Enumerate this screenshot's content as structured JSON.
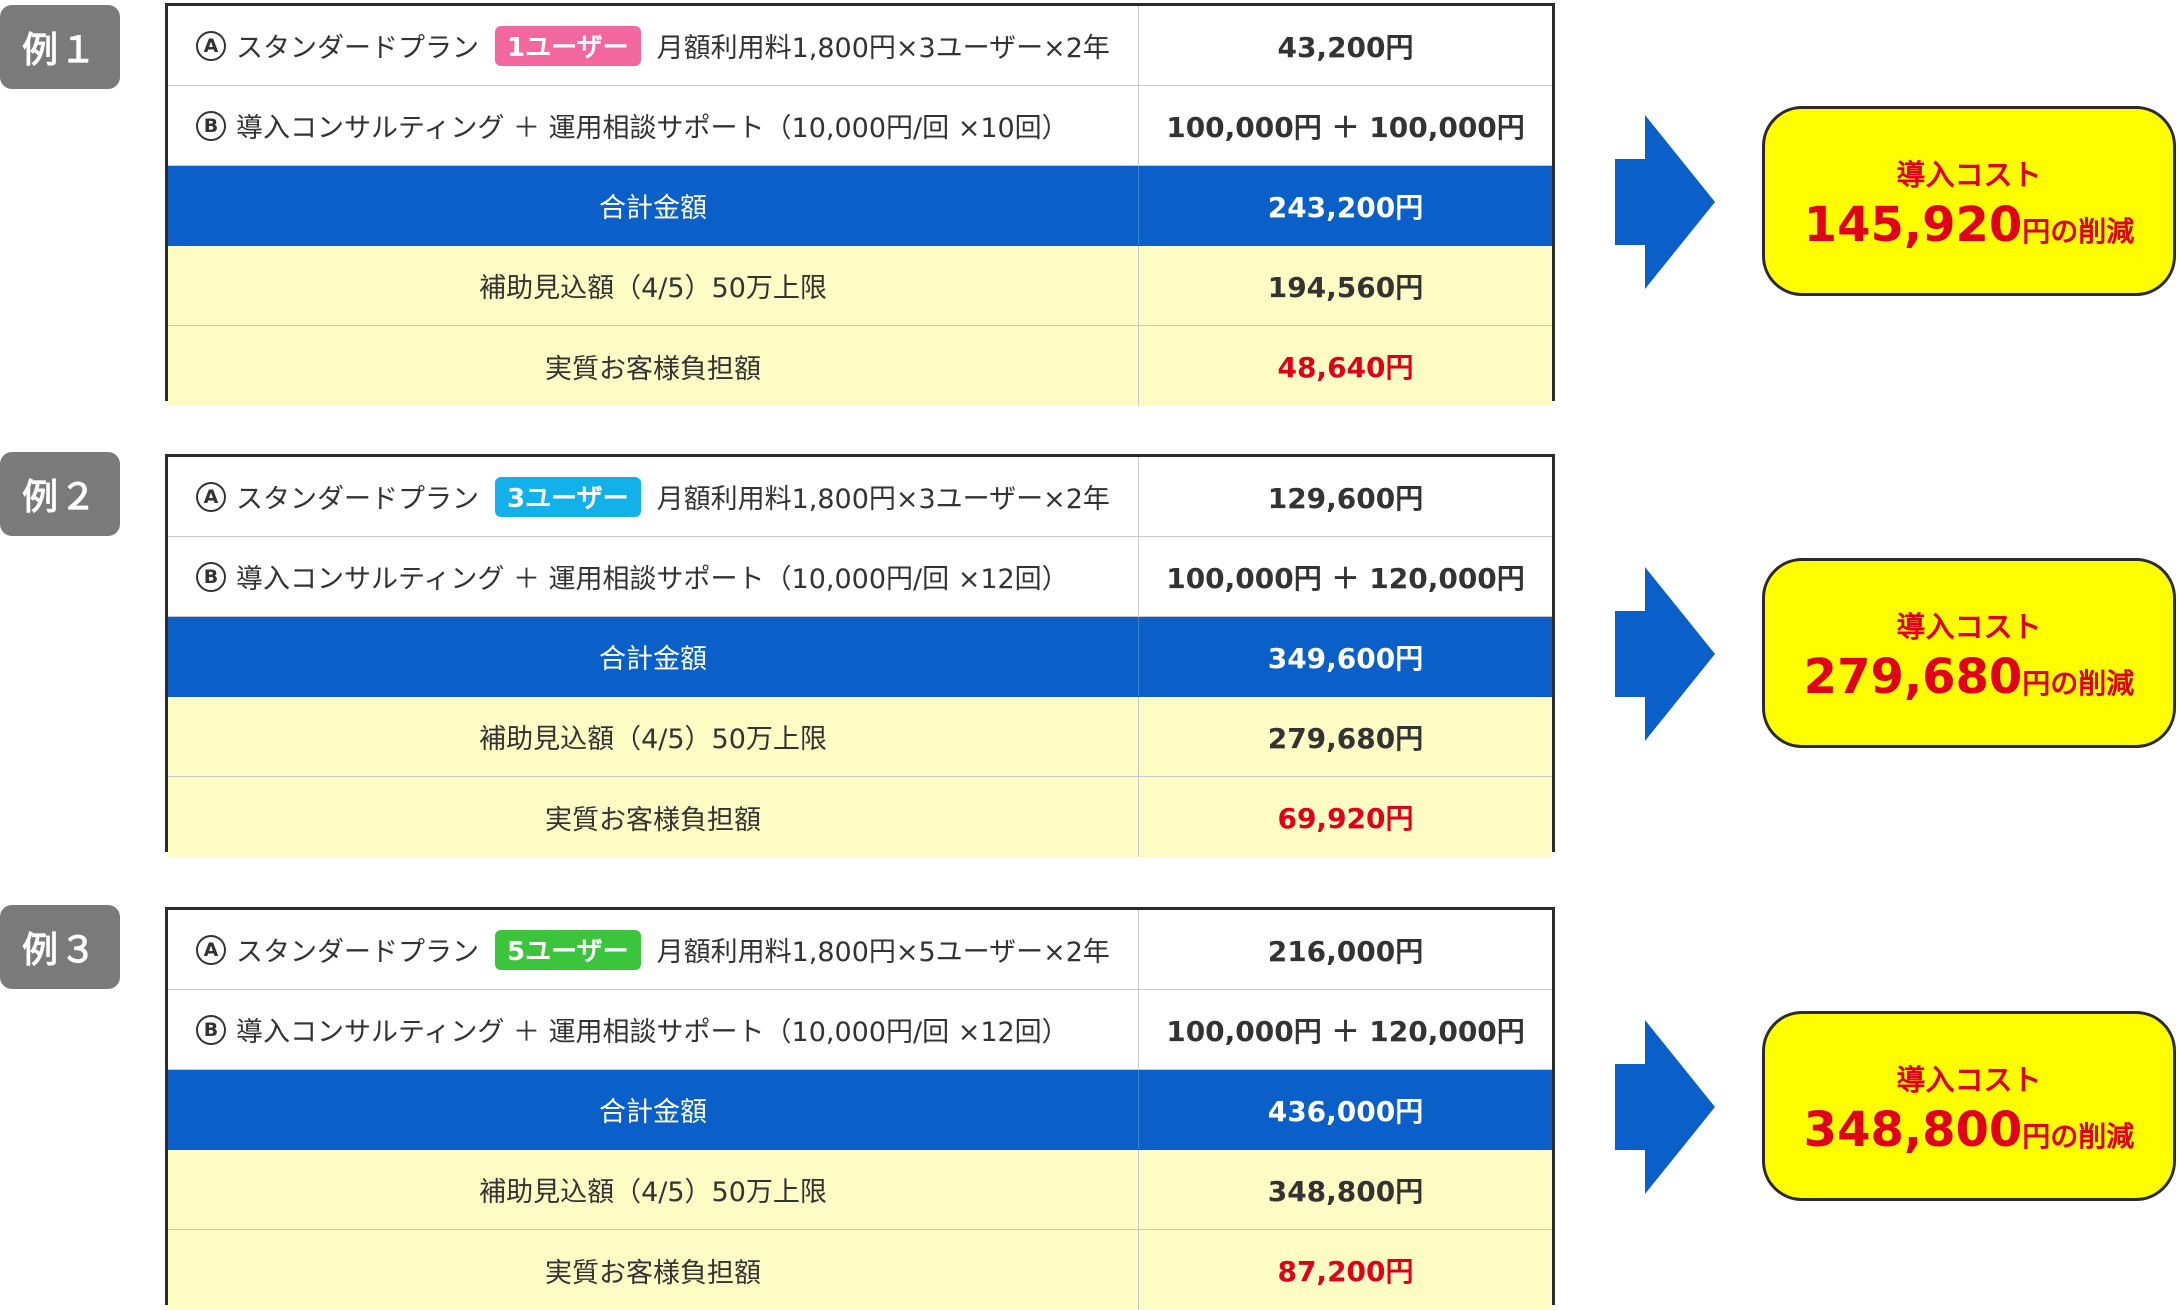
{
  "common": {
    "plan_a_label": "スタンダードプラン",
    "marker_a": "A",
    "marker_b": "B",
    "total_label": "合計金額",
    "subsidy_label": "補助見込額（4/5）50万上限",
    "burden_label": "実質お客様負担額",
    "result_title": "導入コスト",
    "result_suffix": "円の削減"
  },
  "colors": {
    "pink": "#f2679e",
    "cyan": "#13b1ea",
    "green": "#3cc43c",
    "blue": "#0a60c8",
    "yellow": "#fdfcc4",
    "red": "#e0001a"
  },
  "examples": [
    {
      "label": "例１",
      "badge": "1ユーザー",
      "a_desc": "月額利用料1,800円×3ユーザー×2年",
      "a_amount": "43,200円",
      "b_desc": "導入コンサルティング ＋ 運用相談サポート（10,000円/回 ×10回）",
      "b_amount": "100,000円 ＋ 100,000円",
      "total": "243,200円",
      "subsidy": "194,560円",
      "burden": "48,640円",
      "saving": "145,920"
    },
    {
      "label": "例２",
      "badge": "3ユーザー",
      "a_desc": "月額利用料1,800円×3ユーザー×2年",
      "a_amount": "129,600円",
      "b_desc": "導入コンサルティング ＋ 運用相談サポート（10,000円/回 ×12回）",
      "b_amount": "100,000円 ＋ 120,000円",
      "total": "349,600円",
      "subsidy": "279,680円",
      "burden": "69,920円",
      "saving": "279,680"
    },
    {
      "label": "例３",
      "badge": "5ユーザー",
      "a_desc": "月額利用料1,800円×5ユーザー×2年",
      "a_amount": "216,000円",
      "b_desc": "導入コンサルティング ＋ 運用相談サポート（10,000円/回 ×12回）",
      "b_amount": "100,000円 ＋ 120,000円",
      "total": "436,000円",
      "subsidy": "348,800円",
      "burden": "87,200円",
      "saving": "348,800"
    }
  ]
}
